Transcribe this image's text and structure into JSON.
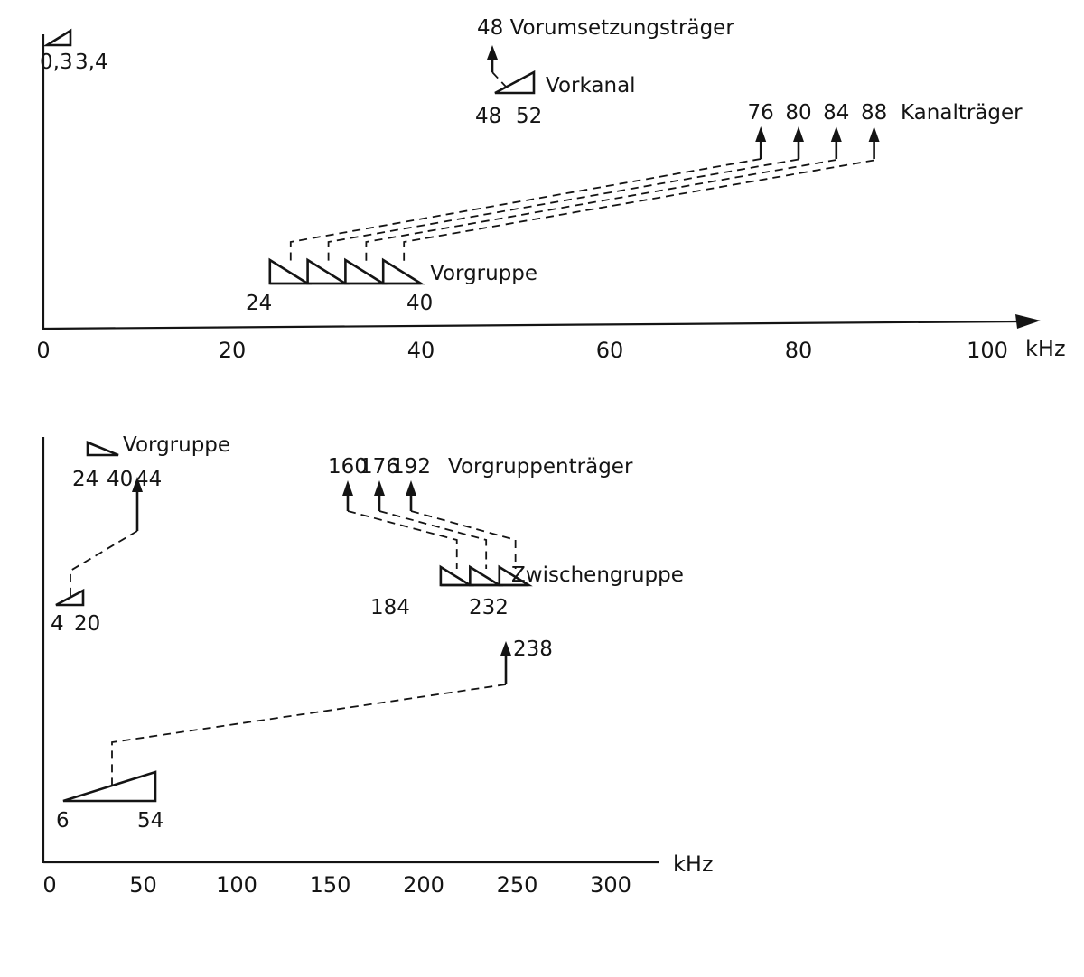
{
  "top_panel": {
    "axis_unit": "kHz",
    "ticks": [
      {
        "value": 0,
        "label": "0"
      },
      {
        "value": 20,
        "label": "20"
      },
      {
        "value": 40,
        "label": "40"
      },
      {
        "value": 60,
        "label": "60"
      },
      {
        "value": 80,
        "label": "80"
      },
      {
        "value": 100,
        "label": "100"
      }
    ],
    "baseband": {
      "label_low": "0,3",
      "label_high": "3,4"
    },
    "premod_carrier": {
      "value": 48,
      "label": "48 Vorumsetzungsträger"
    },
    "prechannel": {
      "label": "Vorkanal",
      "low": 48,
      "high": 52,
      "label_low": "48",
      "label_high": "52"
    },
    "channel_carriers": {
      "label": "Kanalträger",
      "items": [
        {
          "value": 76,
          "label": "76"
        },
        {
          "value": 80,
          "label": "80"
        },
        {
          "value": 84,
          "label": "84"
        },
        {
          "value": 88,
          "label": "88"
        }
      ]
    },
    "pregroup": {
      "label": "Vorgruppe",
      "low": 24,
      "high": 40,
      "label_low": "24",
      "label_high": "40"
    }
  },
  "bottom_panel": {
    "axis_unit": "kHz",
    "ticks": [
      {
        "value": 0,
        "label": "0"
      },
      {
        "value": 50,
        "label": "50"
      },
      {
        "value": 100,
        "label": "100"
      },
      {
        "value": 150,
        "label": "150"
      },
      {
        "value": 200,
        "label": "200"
      },
      {
        "value": 250,
        "label": "250"
      },
      {
        "value": 300,
        "label": "300"
      }
    ],
    "pregroup_ref": {
      "label": "Vorgruppe",
      "label_low": "24",
      "label_high": "40",
      "carrier_label": "44"
    },
    "low_band": {
      "label_low": "4",
      "label_high": "20"
    },
    "pregroup_carriers": {
      "label": "Vorgruppenträger",
      "items": [
        {
          "value": 160,
          "label": "160"
        },
        {
          "value": 176,
          "label": "176"
        },
        {
          "value": 192,
          "label": "192"
        }
      ]
    },
    "intermediate_group": {
      "label": "Zwischengruppe",
      "low": 184,
      "high": 232,
      "label_low": "184",
      "label_high": "232"
    },
    "final_carrier": {
      "value": 238,
      "label": "238"
    },
    "final_band": {
      "low": 6,
      "high": 54,
      "label_low": "6",
      "label_high": "54"
    }
  }
}
